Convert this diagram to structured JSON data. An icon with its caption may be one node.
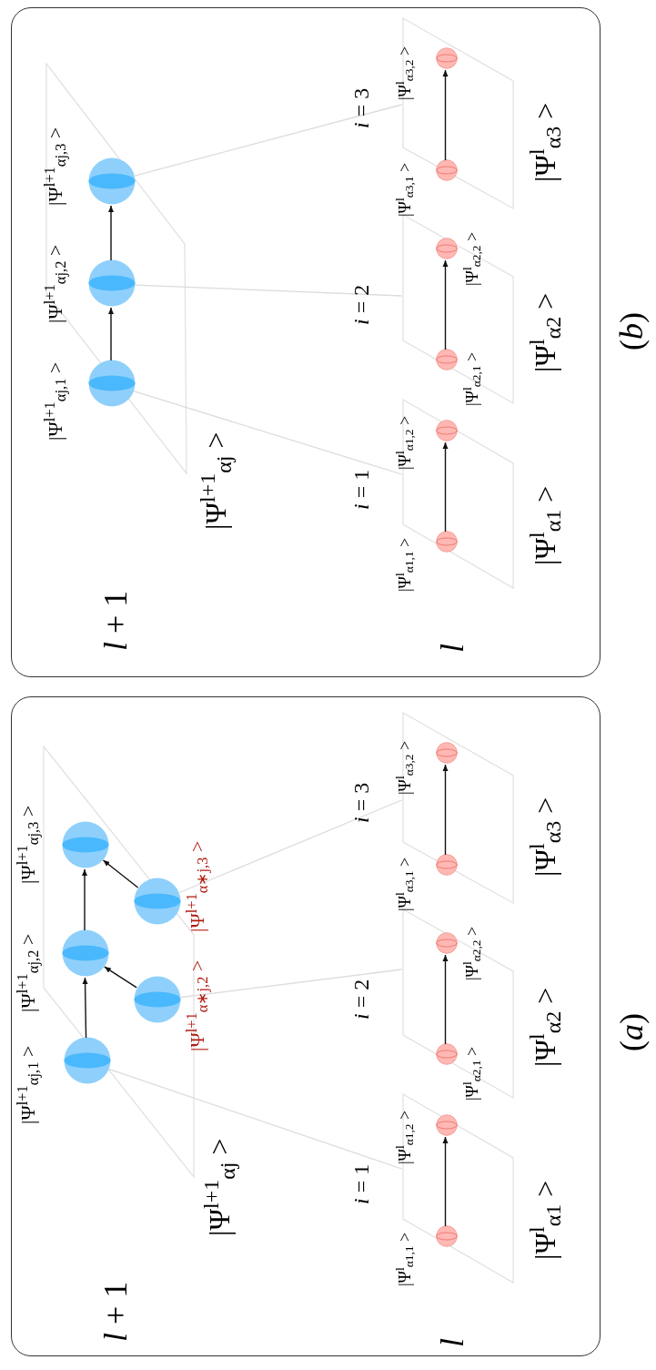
{
  "diagram": {
    "nodes": [
      {
        "text": [
          "*l* + 1",
          "*l*"
        ],
        "beside": [
          "(*a*)"
        ]
      },
      {
        "text": [],
        "shape": "parallelogram",
        "beside": [
          "|Ψ$^{l+1}$$_{αj}$ >"
        ],
        "in": 0
      },
      {
        "text": [],
        "shape": "circle",
        "in": 1
      },
      {
        "text": [],
        "shape": "circle",
        "in": 1
      },
      {
        "text": [],
        "shape": "circle",
        "in": 1
      },
      {
        "text": [],
        "shape": "circle",
        "in": 1
      },
      {
        "text": [],
        "shape": "circle",
        "in": 1
      },
      {
        "text": [],
        "shape": "parallelogram",
        "beside": [
          "|Ψ$^{l}$$_{α1}$ >",
          "*i* = 1"
        ],
        "in": 0
      },
      {
        "text": [],
        "shape": "circle",
        "in": 7
      },
      {
        "text": [],
        "shape": "circle",
        "in": 7
      },
      {
        "text": [],
        "shape": "parallelogram",
        "beside": [
          "|Ψ$^{l}$$_{α2}$ >",
          "*i* = 2"
        ],
        "in": 0
      },
      {
        "text": [],
        "shape": "circle",
        "in": 10
      },
      {
        "text": [],
        "shape": "circle",
        "in": 10
      },
      {
        "text": [],
        "shape": "parallelogram",
        "beside": [
          "|Ψ$^{l}$$_{α3}$ >",
          "*i* = 3"
        ],
        "in": 0
      },
      {
        "text": [],
        "shape": "circle",
        "in": 13
      },
      {
        "text": [],
        "shape": "circle",
        "in": 13
      },
      {
        "text": [
          "*l* + 1",
          "*l*"
        ],
        "beside": [
          "(*b*)"
        ]
      },
      {
        "text": [],
        "shape": "parallelogram",
        "beside": [
          "|Ψ$^{l+1}$$_{αj}$ >"
        ],
        "in": 16
      },
      {
        "text": [],
        "shape": "circle",
        "in": 17
      },
      {
        "text": [],
        "shape": "circle",
        "in": 17
      },
      {
        "text": [],
        "shape": "circle",
        "in": 17
      },
      {
        "text": [],
        "shape": "parallelogram",
        "beside": [
          "|Ψ$^{l}$$_{α1}$ >",
          "*i* = 1"
        ],
        "in": 16
      },
      {
        "text": [],
        "shape": "circle",
        "in": 21
      },
      {
        "text": [],
        "shape": "circle",
        "in": 21
      },
      {
        "text": [],
        "shape": "parallelogram",
        "beside": [
          "|Ψ$^{l}$$_{α2}$ >",
          "*i* = 2"
        ],
        "in": 16
      },
      {
        "text": [],
        "shape": "circle",
        "in": 24
      },
      {
        "text": [],
        "shape": "circle",
        "in": 24
      },
      {
        "text": [],
        "shape": "parallelogram",
        "beside": [
          "|Ψ$^{l}$$_{α3}$ >",
          "*i* = 3"
        ],
        "in": 16
      },
      {
        "text": [],
        "shape": "circle",
        "in": 27
      },
      {
        "text": [],
        "shape": "circle",
        "in": 27
      }
    ],
    "edges": [
      {
        "from": 2,
        "to": 3,
        "arrow": "to"
      },
      {
        "from": 3,
        "to": 4,
        "arrow": "to"
      },
      {
        "from": 5,
        "to": 3,
        "arrow": "to"
      },
      {
        "from": 6,
        "to": 4,
        "arrow": "to"
      },
      {
        "from": 2,
        "to": 7,
        "arrow": "none",
        "color": "#dcdcdc"
      },
      {
        "from": 5,
        "to": 10,
        "arrow": "none",
        "color": "#dcdcdc"
      },
      {
        "from": 6,
        "to": 13,
        "arrow": "none",
        "color": "#dcdcdc"
      },
      {
        "from": 9,
        "to": 8,
        "arrow": "to"
      },
      {
        "from": 12,
        "to": 11,
        "arrow": "to"
      },
      {
        "from": 15,
        "to": 14,
        "arrow": "to"
      },
      {
        "from": 20,
        "to": 19,
        "arrow": "to"
      },
      {
        "from": 19,
        "to": 18,
        "arrow": "to"
      },
      {
        "from": 20,
        "to": 21,
        "arrow": "none",
        "color": "#dcdcdc"
      },
      {
        "from": 19,
        "to": 24,
        "arrow": "none",
        "color": "#dcdcdc"
      },
      {
        "from": 18,
        "to": 27,
        "arrow": "none",
        "color": "#dcdcdc"
      },
      {
        "from": 23,
        "to": 22,
        "arrow": "to"
      },
      {
        "from": 26,
        "to": 25,
        "arrow": "to"
      },
      {
        "from": 29,
        "to": 28,
        "arrow": "to"
      }
    ],
    "labels": [
      "|Ψ$^{l+1}$$_{αj,1}$ >",
      "|Ψ$^{l+1}$$_{αj,2}$ >",
      "|Ψ$^{l+1}$$_{αj,3}$ >",
      "|Ψ$^{l+1}$$_{α∗j,2}$ >",
      "|Ψ$^{l+1}$$_{α∗j,3}$ >",
      "|Ψ$^{l}$$_{α1,1}$ >",
      "|Ψ$^{l}$$_{α1,2}$ >",
      "|Ψ$^{l}$$_{α2,1}$ >",
      "|Ψ$^{l}$$_{α2,2}$ >",
      "|Ψ$^{l}$$_{α3,1}$ >",
      "|Ψ$^{l}$$_{α3,2}$ >",
      "|Ψ$^{l+1}$$_{αj,1}$ >",
      "|Ψ$^{l+1}$$_{αj,2}$ >",
      "|Ψ$^{l+1}$$_{αj,3}$ >",
      "|Ψ$^{l}$$_{α1,1}$ >",
      "|Ψ$^{l}$$_{α1,2}$ >",
      "|Ψ$^{l}$$_{α2,1}$ >",
      "|Ψ$^{l}$$_{α2,2}$ >",
      "|Ψ$^{l}$$_{α3,1}$ >",
      "|Ψ$^{l}$$_{α3,2}$ >"
    ]
  }
}
